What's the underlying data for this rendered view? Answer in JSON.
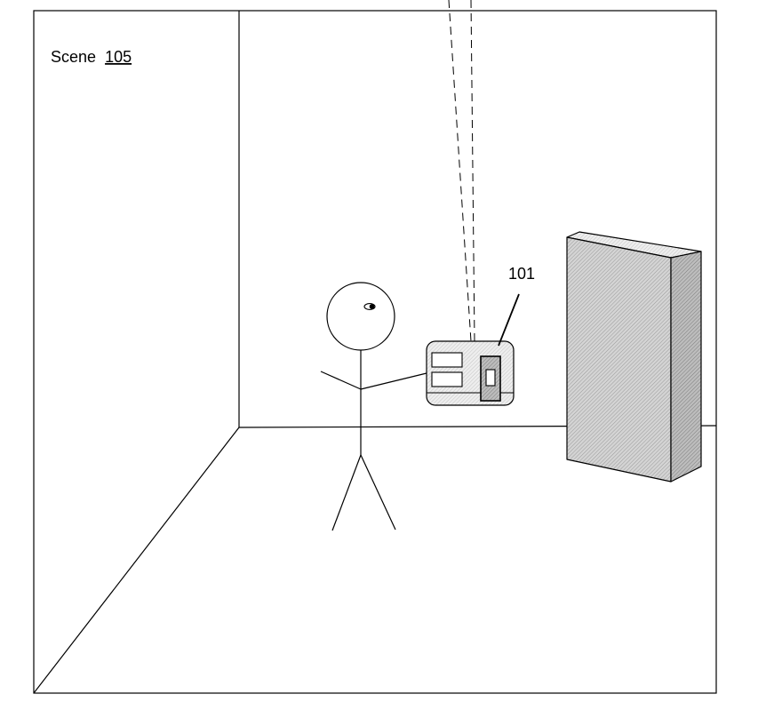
{
  "figure": {
    "scene_label": "Scene",
    "scene_number": "105",
    "device_label": "101"
  }
}
